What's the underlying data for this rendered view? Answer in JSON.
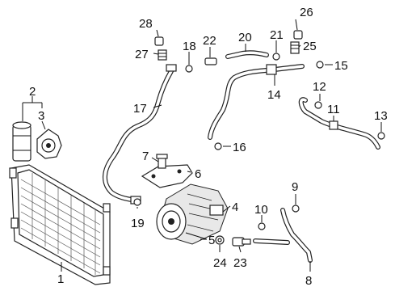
{
  "diagram": {
    "callouts": {
      "c1": "1",
      "c2": "2",
      "c3": "3",
      "c4": "4",
      "c5": "5",
      "c6": "6",
      "c7": "7",
      "c8": "8",
      "c9": "9",
      "c10": "10",
      "c11": "11",
      "c12": "12",
      "c13": "13",
      "c14": "14",
      "c15": "15",
      "c16": "16",
      "c17": "17",
      "c18": "18",
      "c19": "19",
      "c20": "20",
      "c21": "21",
      "c22": "22",
      "c23": "23",
      "c24": "24",
      "c25": "25",
      "c26": "26",
      "c27": "27",
      "c28": "28"
    }
  }
}
